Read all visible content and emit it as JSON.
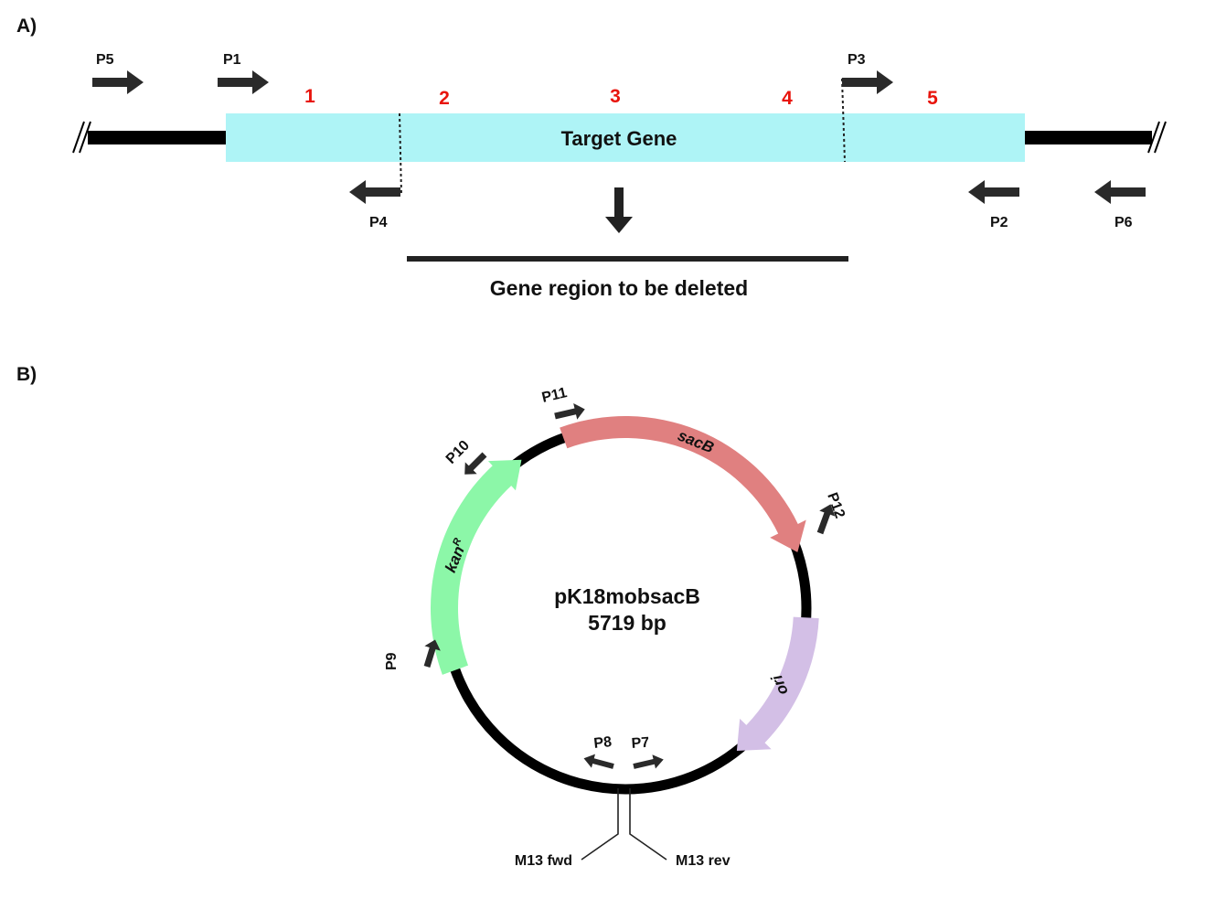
{
  "colors": {
    "target_gene": "#aef4f6",
    "chromosome": "#000000",
    "region_numbers": "#e8140c",
    "primer_arrows": "#2a2a2a",
    "sacB": "#e08080",
    "kanR": "#8cf7a8",
    "ori": "#d3bfe6",
    "backbone": "#000000"
  },
  "panel_a": {
    "label": "A)",
    "target_gene_label": "Target Gene",
    "deletion_caption": "Gene region to be deleted",
    "regions": [
      "1",
      "2",
      "3",
      "4",
      "5"
    ],
    "primers": {
      "p5": "P5",
      "p1": "P1",
      "p3": "P3",
      "p4": "P4",
      "p2": "P2",
      "p6": "P6"
    }
  },
  "panel_b": {
    "label": "B)",
    "plasmid_name": "pK18mobsacB",
    "plasmid_size": "5719 bp",
    "features": {
      "sacB": "sacB",
      "kan": "kan",
      "kan_superscript": "R",
      "ori": "ori"
    },
    "primers": {
      "p7": "P7",
      "p8": "P8",
      "p9": "P9",
      "p10": "P10",
      "p11": "P11",
      "p12": "P12"
    },
    "m13_fwd": "M13 fwd",
    "m13_rev": "M13 rev"
  }
}
